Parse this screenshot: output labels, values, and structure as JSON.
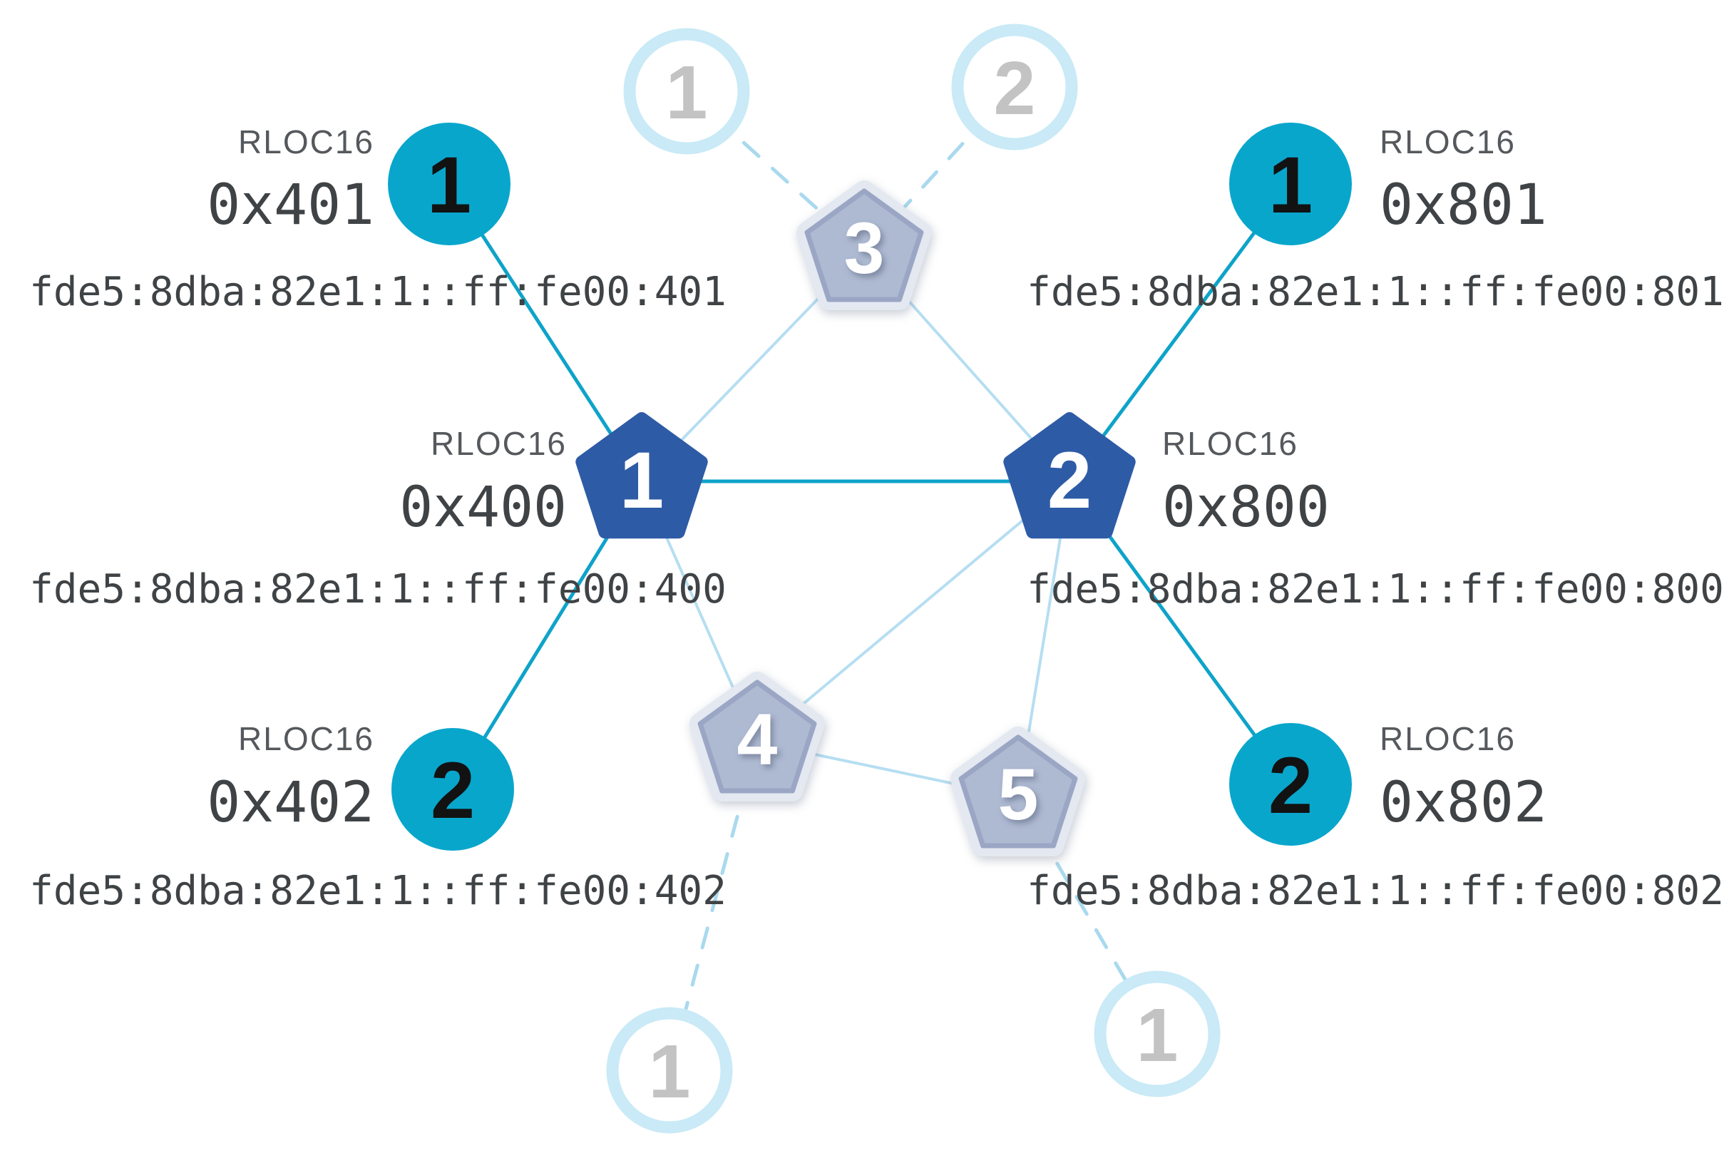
{
  "labels": {
    "rloc16": "RLOC16"
  },
  "left": {
    "child1": {
      "num": "1",
      "rloc": "0x401",
      "ipv6": "fde5:8dba:82e1:1::ff:fe00:401"
    },
    "router": {
      "num": "1",
      "rloc": "0x400",
      "ipv6": "fde5:8dba:82e1:1::ff:fe00:400"
    },
    "child2": {
      "num": "2",
      "rloc": "0x402",
      "ipv6": "fde5:8dba:82e1:1::ff:fe00:402"
    }
  },
  "right": {
    "child1": {
      "num": "1",
      "rloc": "0x801",
      "ipv6": "fde5:8dba:82e1:1::ff:fe00:801"
    },
    "router": {
      "num": "2",
      "rloc": "0x800",
      "ipv6": "fde5:8dba:82e1:1::ff:fe00:800"
    },
    "child2": {
      "num": "2",
      "rloc": "0x802",
      "ipv6": "fde5:8dba:82e1:1::ff:fe00:802"
    }
  },
  "mesh_routers": {
    "r3": {
      "num": "3"
    },
    "r4": {
      "num": "4"
    },
    "r5": {
      "num": "5"
    }
  },
  "faded_children": {
    "top1": {
      "num": "1"
    },
    "top2": {
      "num": "2"
    },
    "bottom_left": {
      "num": "1"
    },
    "bottom_right": {
      "num": "1"
    }
  },
  "colors": {
    "child_fill": "#09a6cc",
    "child_num": "#121212",
    "router_fill": "#2e5ba6",
    "gray_fill": "#aeb9d2",
    "gray_border": "#9aa6c4",
    "gray_halo": "#e3e8f1",
    "link_child": "#0ea3c9",
    "link_mesh": "#b6def2",
    "link_dash": "#a9d9ee",
    "faded_ring": "#c9eaf6",
    "faded_num": "#c3c3c3",
    "text_dark": "#3f4346",
    "text_gray": "#55585c"
  }
}
